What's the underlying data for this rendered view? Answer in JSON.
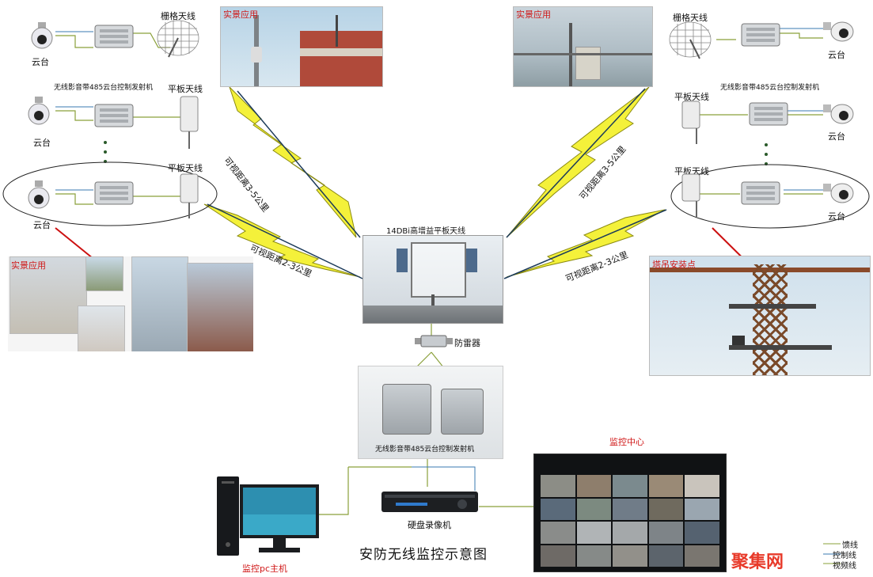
{
  "labels": {
    "yuntai": "云台",
    "grid_antenna": "栅格天线",
    "panel_antenna": "平板天线",
    "transmitter": "无线影音带485云台控制发射机",
    "real_scene": "实景应用",
    "distance_3_5": "可视距离3-5公里",
    "distance_2_3": "可视距离2-3公里",
    "center_antenna": "14DBi高增益平板天线",
    "lightning": "防雷器",
    "receiver": "无线影音带485云台控制发射机",
    "tower_crane": "塔吊安装点",
    "monitor_center": "监控中心",
    "dvr": "硬盘录像机",
    "pc_host": "监控pc主机",
    "title": "安防无线监控示意图",
    "watermark": "聚集网"
  },
  "legend": [
    "馈线",
    "控制线",
    "视频线"
  ],
  "colors": {
    "lightning_fill": "#f4f13a",
    "lightning_edge": "#8a8a10",
    "link_dark": "#1b3a5a",
    "wire_green": "#8aa03a",
    "wire_blue": "#3a7ab0",
    "red_line": "#cc1010",
    "watermark": "#e83a2a"
  }
}
